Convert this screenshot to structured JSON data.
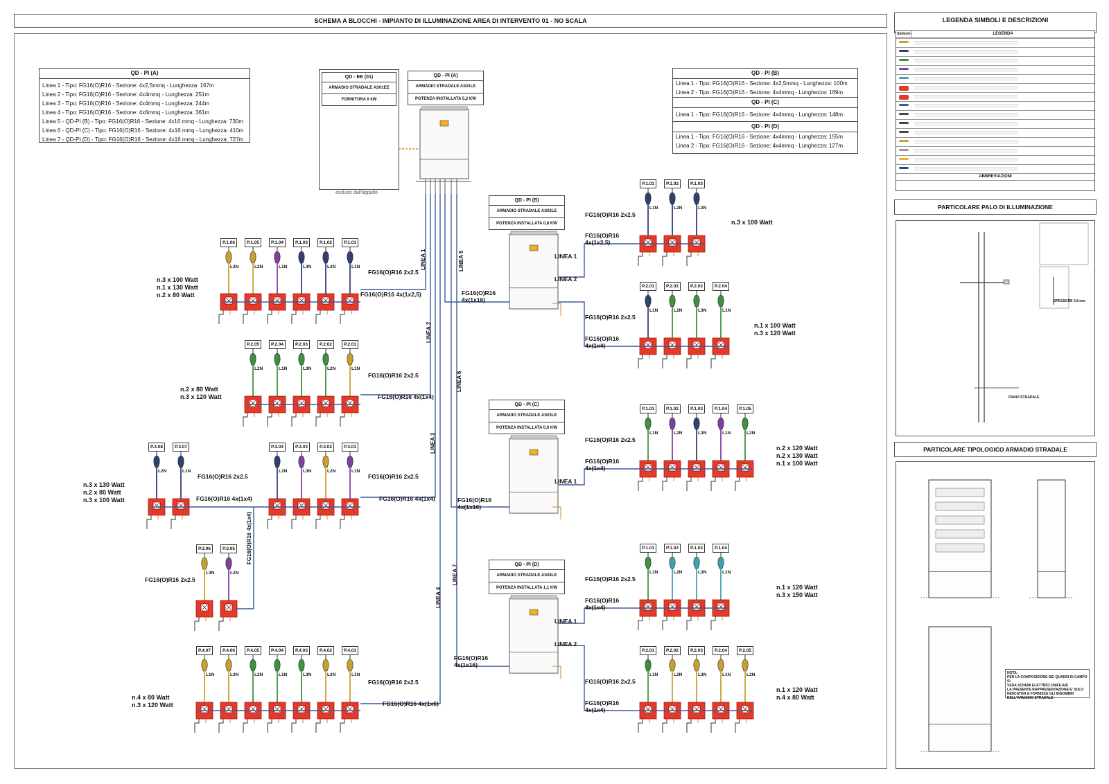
{
  "title": "SCHEMA A BLOCCHI - IMPIANTO DI ILLUMINAZIONE AREA DI INTERVENTO 01 - NO SCALA",
  "right_panel": {
    "legend_title": "LEGENDA SIMBOLI E DESCRIZIONI",
    "legend_col_symbol": "Simbolo",
    "legend_col_legend": "LEGENDA",
    "abbreviations_title": "ABBREVIAZIONI",
    "palo_title": "PARTICOLARE PALO DI ILLUMINAZIONE",
    "armadio_title": "PARTICOLARE TIPOLOGICO ARMADIO STRADALE",
    "palo_spessore": "SPESSORE 3,8 mm",
    "palo_piano": "PIANO STRADALE",
    "nota": [
      "NOTA:",
      "PER LA COMPOSIZIONE DEI QUADRI DI CAMPO SI",
      "VEDA SCHEMI ELETTRICI UNIFILARI",
      "LA PRESENTE RAPPRESENTAZIONE E' SOLO",
      "INDICATIVA E FORNISCE GLI INGOMBRI",
      "DELL'ARMADIO STRADALE"
    ]
  },
  "qdpia_table": {
    "header": "QD - PI (A)",
    "rows": [
      "Linea 1 - Tipo: FG16(O)R16 - Sezione: 4x2,5mmq - Lunghezza: 167m",
      "Linea 2 - Tipo: FG16(O)R16 - Sezione: 4x4mmq - Lunghezza: 251m",
      "Linea 3 - Tipo: FG16(O)R16 - Sezione: 4x4mmq - Lunghezza: 244m",
      "Linea 4 - Tipo: FG16(O)R16 - Sezione: 4x6mmq - Lunghezza: 361m",
      "Linea 5 - QD-PI (B) - Tipo: FG16(O)R16 - Sezione: 4x16 mmq - Lunghezza: 730m",
      "Linea 6 - QD-PI (C) - Tipo: FG16(O)R16 - Sezione: 4x16 mmq - Lunghezza: 410m",
      "Linea 7 - QD-PI (D) - Tipo: FG16(O)R16 - Sezione: 4x16 mmq - Lunghezza: 727m"
    ]
  },
  "qdpib_table": {
    "h1": "QD - PI (B)",
    "b_rows": [
      "Linea 1 - Tipo: FG16(O)R16 - Sezione: 4x2,5mmq - Lunghezza: 100m",
      "Linea 2 - Tipo: FG16(O)R16 - Sezione: 4x4mmq - Lunghezza: 169m"
    ],
    "h2": "QD - PI (C)",
    "c_rows": [
      "Linea 1 - Tipo: FG16(O)R16 - Sezione: 4x4mmq - Lunghezza: 148m"
    ],
    "h3": "QD - PI (D)",
    "d_rows": [
      "Linea 1 - Tipo: FG16(O)R16 - Sezione: 4x4mmq - Lunghezza: 155m",
      "Linea 2 - Tipo: FG16(O)R16 - Sezione: 4x4mmq - Lunghezza: 127m"
    ]
  },
  "qdee": {
    "title": "QD - EE (01)",
    "line1": "ARMADIO STRADALE AS01EE",
    "line2": "FORNITURA 6 kW",
    "note": "escluso dall'appalto"
  },
  "qdpia": {
    "title": "QD - PI (A)",
    "line1": "ARMADIO STRADALE AS01LE",
    "line2": "POTENZA INSTALLATA 5,2 KW"
  },
  "qdpib": {
    "title": "QD - PI (B)",
    "line1": "ARMADIO STRADALE AS02LE",
    "line2": "POTENZA INSTALLATA 0,8 KW"
  },
  "qdpic": {
    "title": "QD - PI (C)",
    "line1": "ARMADIO STRADALE AS03LE",
    "line2": "POTENZA INSTALLATA 0,6 KW"
  },
  "qdpid": {
    "title": "QD - PI (D)",
    "line1": "ARMADIO STRADALE AS04LE",
    "line2": "POTENZA INSTALLATA 1,1 KW"
  },
  "linee": [
    "LINEA 1",
    "LINEA 2",
    "LINEA 3",
    "LINEA 4",
    "LINEA 5",
    "LINEA 6",
    "LINEA 7"
  ],
  "cables": {
    "c25": "FG16(O)R16 2x2.5",
    "l1a": "FG16(O)R16 4x(1x2,5)",
    "l2a": "FG16(O)R16 4x(1x4)",
    "l3a": "FG16(O)R16 4x(1x4)",
    "l3b": "FG16(O)R16 4x(1x4)",
    "l3v": "FG16(O)R16 4x(1x4)",
    "l4a": "FG16(O)R16 4x(1x6)",
    "fg16": "FG16(O)R16",
    "x16": "4x(1x16)",
    "x25": "4x(1x2,5)",
    "x4": "4x(1x4)"
  },
  "groups": {
    "a1": {
      "poles": [
        "P.1.06",
        "P.1.05",
        "P.1.04",
        "P.1.03",
        "P.1.02",
        "P.1.01"
      ],
      "phases": [
        "L3N",
        "L2N",
        "L1N",
        "L3N",
        "L2N",
        "L1N"
      ],
      "colors": [
        "#c8a030",
        "#c8a030",
        "#8040a0",
        "#304070",
        "#304070",
        "#304070"
      ],
      "watt": [
        "n.3 x 100 Watt",
        "n.1 x 130 Watt",
        "n.2 x 80 Watt"
      ]
    },
    "a2": {
      "poles": [
        "P.2.05",
        "P.2.04",
        "P.2.03",
        "P.2.02",
        "P.2.01"
      ],
      "phases": [
        "L2N",
        "L1N",
        "L3N",
        "L2N",
        "L1N"
      ],
      "colors": [
        "#409040",
        "#409040",
        "#409040",
        "#409040",
        "#c8a030"
      ],
      "watt": [
        "n.2 x 80 Watt",
        "n.3 x 120 Watt"
      ]
    },
    "a3l": {
      "poles": [
        "P.3.08",
        "P.3.07"
      ],
      "phases": [
        "L2N",
        "L1N"
      ],
      "colors": [
        "#304070",
        "#304070"
      ],
      "watt": [
        "n.3 x 130 Watt",
        "n.2 x 80 Watt",
        "n.3 x 100 Watt"
      ]
    },
    "a3r": {
      "poles": [
        "P.3.04",
        "P.3.03",
        "P.3.02",
        "P.3.01"
      ],
      "phases": [
        "L1N",
        "L3N",
        "L2N",
        "L1N"
      ],
      "colors": [
        "#304070",
        "#8040a0",
        "#c8a030",
        "#8040a0"
      ]
    },
    "a3d": {
      "poles": [
        "P.3.06",
        "P.3.05"
      ],
      "phases": [
        "L3N",
        "L2N"
      ],
      "colors": [
        "#c8a030",
        "#8040a0"
      ]
    },
    "a4": {
      "poles": [
        "P.4.07",
        "P.4.06",
        "P.4.05",
        "P.4.04",
        "P.4.03",
        "P.4.02",
        "P.4.01"
      ],
      "phases": [
        "L1N",
        "L3N",
        "L2N",
        "L1N",
        "L3N",
        "L2N",
        "L1N"
      ],
      "colors": [
        "#c8a030",
        "#c8a030",
        "#409040",
        "#409040",
        "#409040",
        "#c8a030",
        "#c8a030"
      ],
      "watt": [
        "n.4 x 80 Watt",
        "n.3 x 120 Watt"
      ]
    },
    "b1": {
      "poles": [
        "P.1.01",
        "P.1.02",
        "P.1.03"
      ],
      "phases": [
        "L1N",
        "L2N",
        "L3N"
      ],
      "colors": [
        "#304070",
        "#304070",
        "#304070"
      ],
      "watt": [
        "n.3 x 100 Watt"
      ]
    },
    "b2": {
      "poles": [
        "P.2.01",
        "P.2.02",
        "P.2.03",
        "P.2.04"
      ],
      "phases": [
        "L1N",
        "L2N",
        "L3N",
        "L1N"
      ],
      "colors": [
        "#304070",
        "#409040",
        "#409040",
        "#409040"
      ],
      "watt": [
        "n.1 x 100 Watt",
        "n.3 x 120 Watt"
      ]
    },
    "c1": {
      "poles": [
        "P.1.01",
        "P.1.02",
        "P.1.03",
        "P.1.04",
        "P.1.05"
      ],
      "phases": [
        "L1N",
        "L2N",
        "L3N",
        "L1N",
        "L2N"
      ],
      "colors": [
        "#409040",
        "#8040a0",
        "#304070",
        "#8040a0",
        "#409040"
      ],
      "watt": [
        "n.2 x 120 Watt",
        "n.2 x 130 Watt",
        "n.1 x 100 Watt"
      ]
    },
    "d1": {
      "poles": [
        "P.1.01",
        "P.1.02",
        "P.1.03",
        "P.1.04"
      ],
      "phases": [
        "L1N",
        "L2N",
        "L3N",
        "L1N"
      ],
      "colors": [
        "#409040",
        "#40a0b0",
        "#40a0b0",
        "#40a0b0"
      ],
      "watt": [
        "n.1 x 120 Watt",
        "n.3 x 150 Watt"
      ]
    },
    "d2": {
      "poles": [
        "P.2.01",
        "P.2.02",
        "P.2.03",
        "P.2.04",
        "P.2.05"
      ],
      "phases": [
        "L1N",
        "L2N",
        "L3N",
        "L1N",
        "L2N"
      ],
      "colors": [
        "#409040",
        "#c8a030",
        "#c8a030",
        "#c8a030",
        "#c8a030"
      ],
      "watt": [
        "n.1 x 120 Watt",
        "n.4 x 80 Watt"
      ]
    }
  }
}
